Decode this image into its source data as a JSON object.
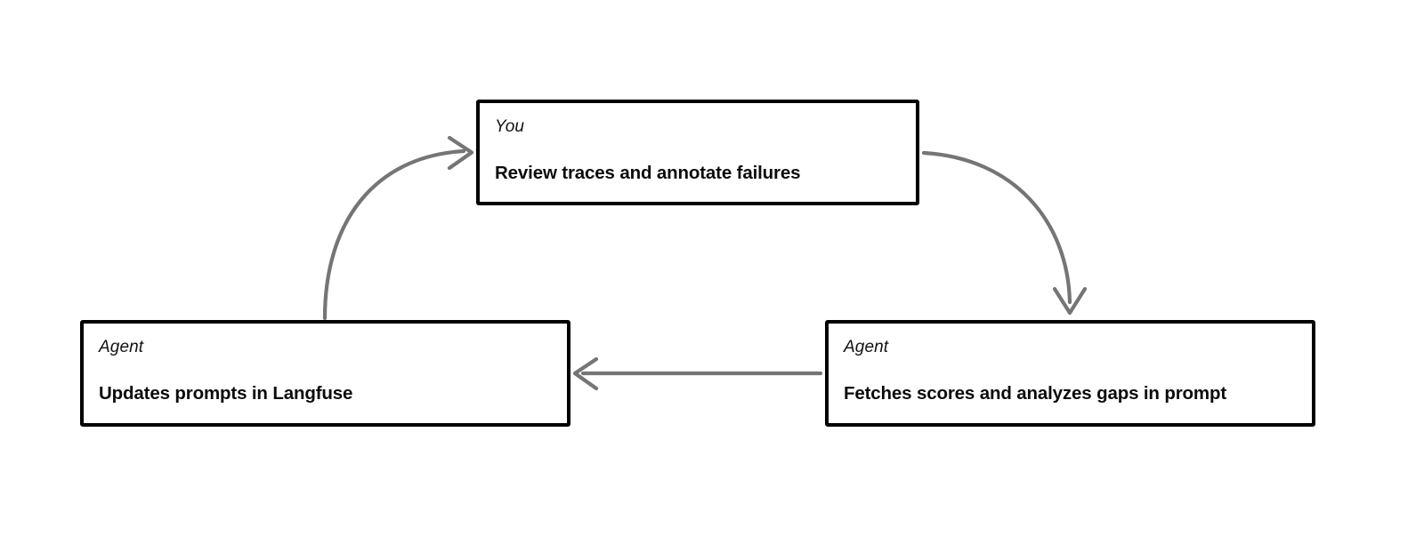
{
  "diagram": {
    "type": "cycle-flow",
    "background_color": "#ffffff",
    "node_border_color": "#000000",
    "arrow_color": "#757575",
    "nodes": [
      {
        "id": "you-review",
        "role": "You",
        "title": "Review traces and annotate failures",
        "position": "top-center"
      },
      {
        "id": "agent-updates",
        "role": "Agent",
        "title": "Updates prompts in Langfuse",
        "position": "bottom-left"
      },
      {
        "id": "agent-fetches",
        "role": "Agent",
        "title": "Fetches scores and analyzes gaps in prompt",
        "position": "bottom-right"
      }
    ],
    "edges": [
      {
        "id": "edge-updates-to-you",
        "from": "agent-updates",
        "to": "you-review",
        "style": "curved",
        "label": ""
      },
      {
        "id": "edge-you-to-fetches",
        "from": "you-review",
        "to": "agent-fetches",
        "style": "curved",
        "label": ""
      },
      {
        "id": "edge-fetches-to-updates",
        "from": "agent-fetches",
        "to": "agent-updates",
        "style": "straight",
        "label": ""
      }
    ]
  }
}
